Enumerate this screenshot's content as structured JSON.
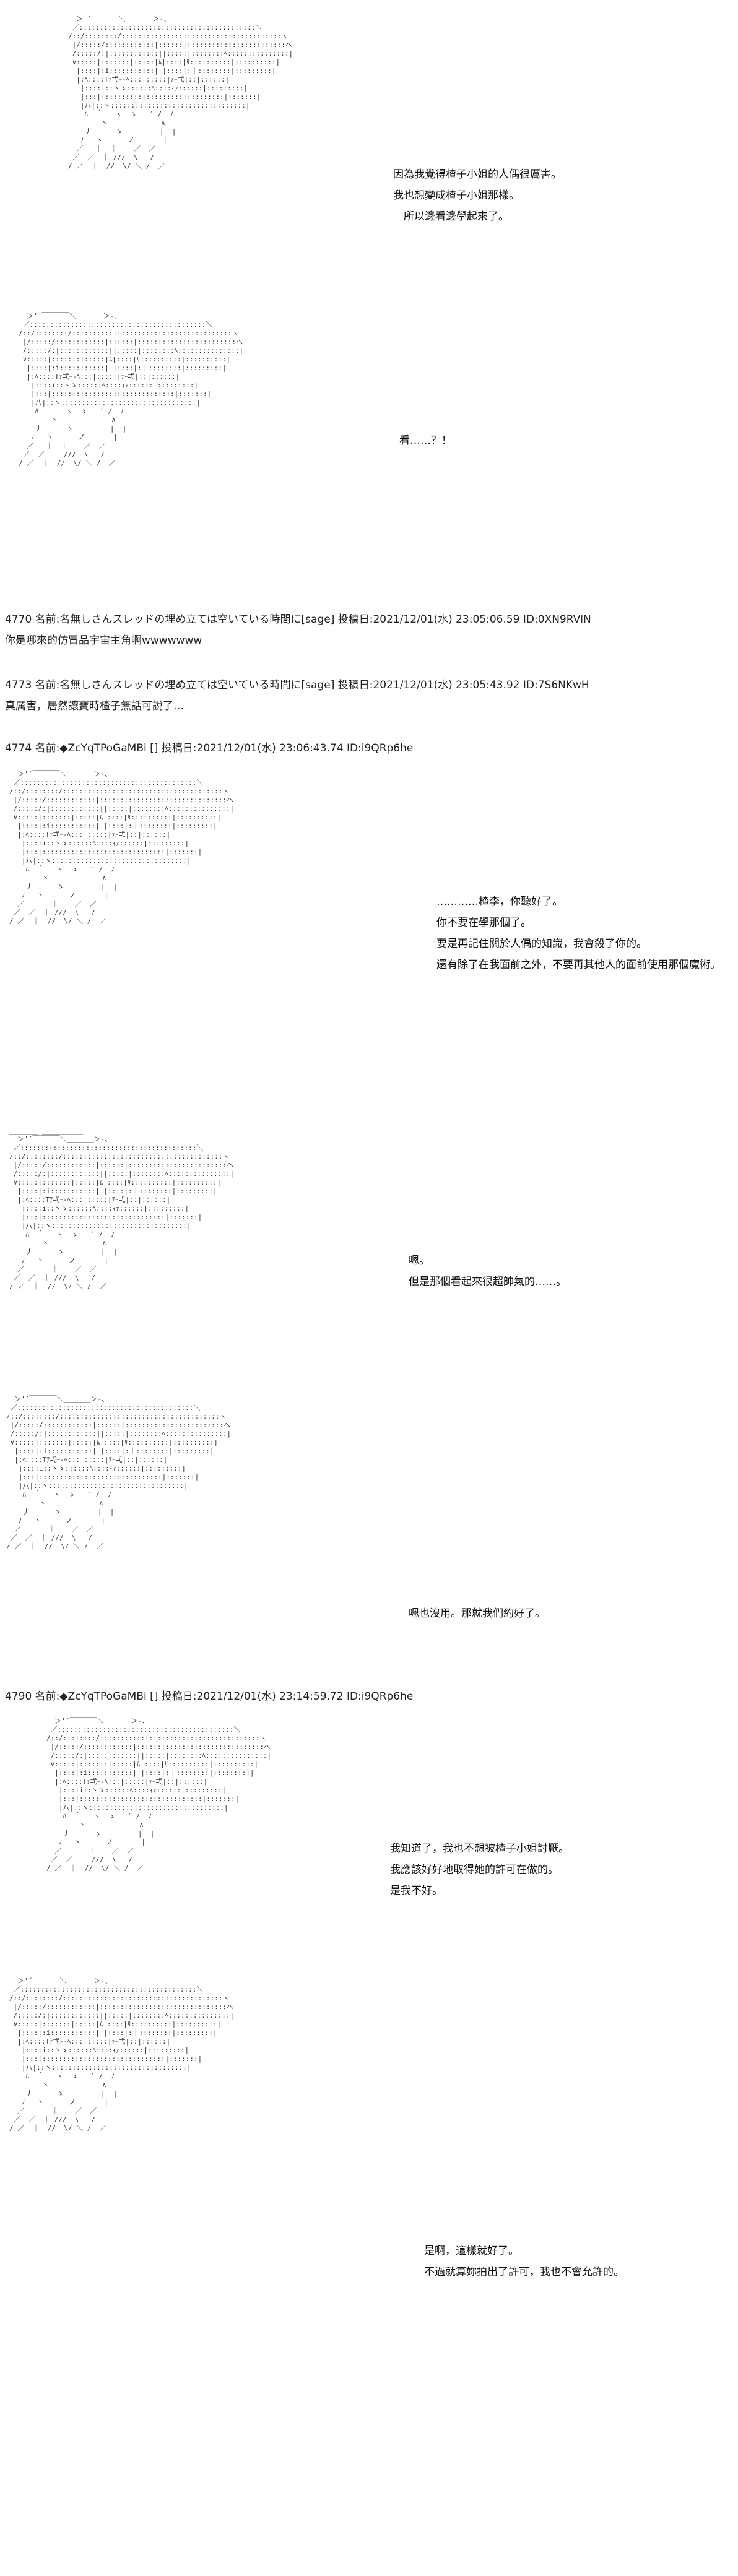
{
  "art_text": "_______ __________\n  ＞'´￣￣￣￣＼＿＿＿＿＞-、\n ／:::::::::::::::::::::::::::::::::::::::::::＼\n/::/::::::::/:::::::::::::::::::::::::::::::::::::::ヽ\n |/:::::/::::::::::::|::::::|::::::::::::::::::::::::ヘ\n /:::::/:|::::::::::::||:::::|::::::::ﾍ:::::::::::::::|\n ∨:::::|:::::::|:::::|ﾑ|::::|ﾘ::::::::::|::::::::::|\n  |::::|:i:::::::::::| |::::|:｜::::::::|:::::::::|\n  |:ﾍ::::Tﾃ弌ｰ-ﾍ:::|:::::|ﾃｰ弌|::|::::::|\n   |::::i::丶ゝ::::::ﾍ::::ｨｧ::::::|:::::::::|\n   |:::|::::::::::::::::::::::::::::::|:::::::|\n   |八|::ヽ:::::::::::::::::::::::::::::::::|\n    ﾊ  ｀   ヽ  ゝ   ′ /  ﾉ\n        丶             ∧\n    丿      ゝ         |  |\n   ﾉ   丶      ノ       |\n  ／   ｜  ｜    ／  ／\n ／  ／  ｜ ///  \\   /\n/ ／  ｜  //  \\/ ＼_/  ／\n",
  "posts": [
    {
      "dialogue": [
        "因為我覺得楂子小姐的人偶很厲害。",
        "我也想變成楂子小姐那樣。",
        "　所以邊看邊學起來了。"
      ]
    },
    {
      "dialogue": [
        "看……？！"
      ]
    },
    {
      "header": "4770 名前:名無しさんスレッドの埋め立ては空いている時間に[sage] 投稿日:2021/12/01(水) 23:05:06.59 ID:0XN9RVlN",
      "body": "你是哪來的仿冒品宇宙主角啊wwwwwww"
    },
    {
      "header": "4773 名前:名無しさんスレッドの埋め立ては空いている時間に[sage] 投稿日:2021/12/01(水) 23:05:43.92 ID:7S6NKwH",
      "body": "真厲害，居然讓寶時楂子無話可說了…"
    },
    {
      "header": "4774 名前:◆ZcYqTPoGaMBi [] 投稿日:2021/12/01(水) 23:06:43.74 ID:i9QRp6he",
      "dialogue": [
        "…………楂李，你聽好了。",
        "你不要在學那個了。",
        "要是再記住關於人偶的知識，我會殺了你的。",
        "還有除了在我面前之外，不要再其他人的面前使用那個魔術。"
      ]
    },
    {
      "dialogue": [
        "嗯。",
        "但是那個看起來很超帥氣的……。"
      ]
    },
    {
      "dialogue": [
        "嗯也沒用。那就我們約好了。"
      ]
    },
    {
      "header": "4790 名前:◆ZcYqTPoGaMBi [] 投稿日:2021/12/01(水) 23:14:59.72 ID:i9QRp6he",
      "dialogue": [
        "我知道了，我也不想被楂子小姐討厭。",
        "我應該好好地取得她的許可在做的。",
        "是我不好。"
      ]
    },
    {
      "dialogue": [
        "是啊，這樣就好了。",
        "不過就算妳拍出了許可，我也不會允許的。"
      ]
    }
  ]
}
